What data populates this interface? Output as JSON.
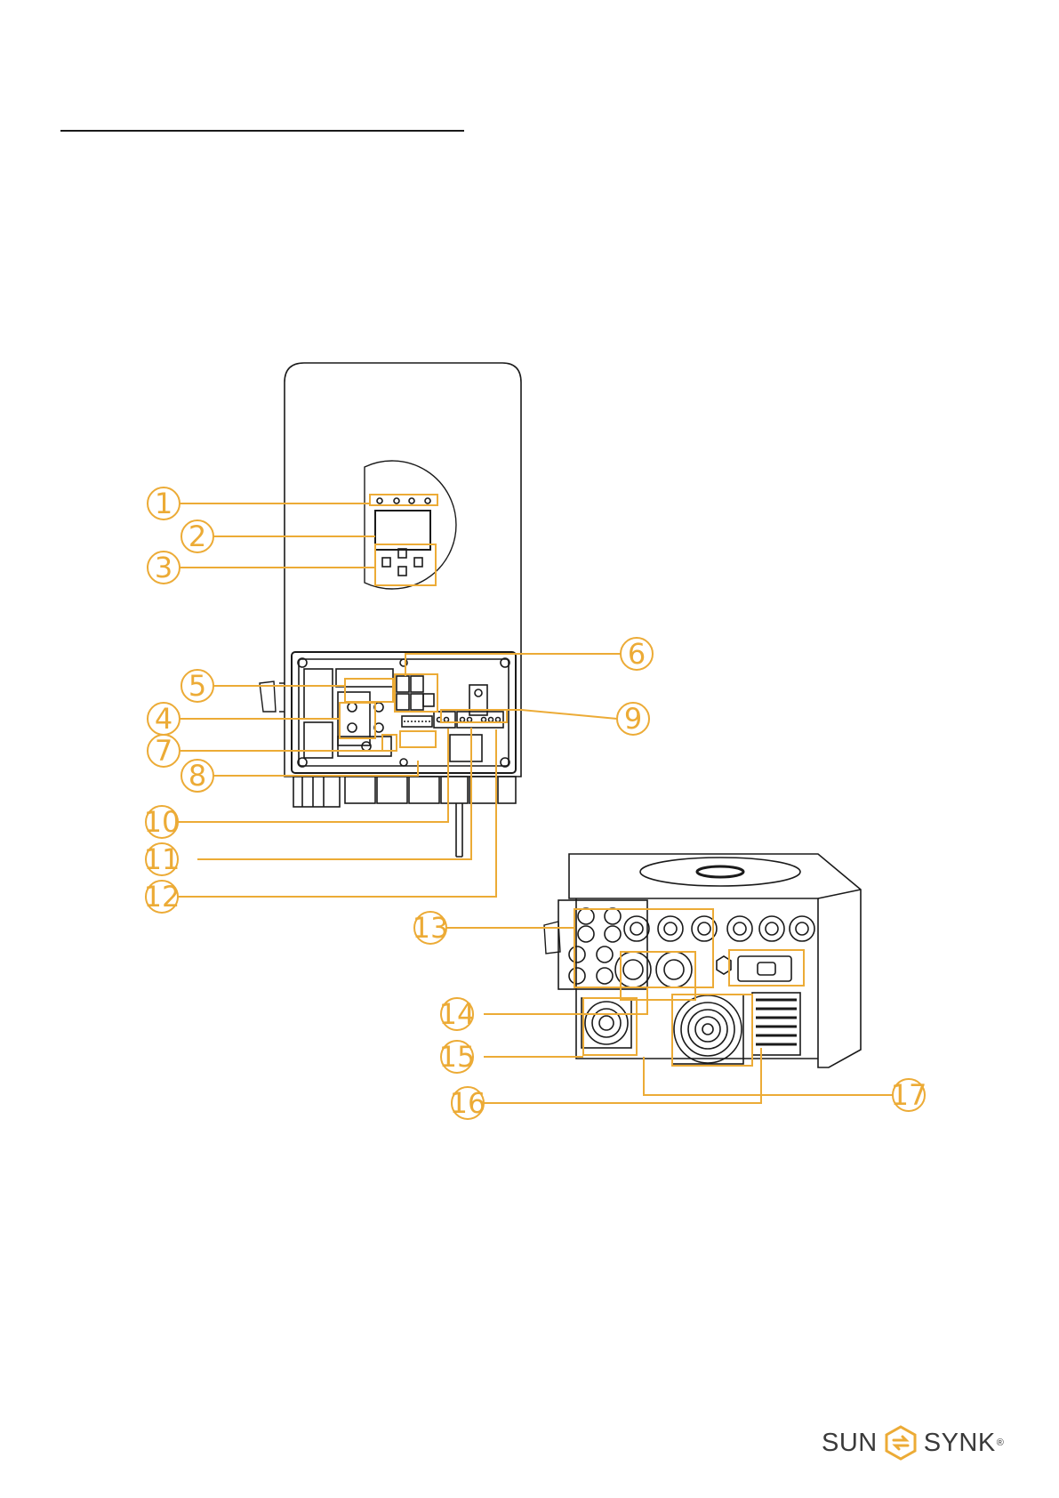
{
  "accent_color": "#ecab36",
  "line_color": "#1a1a1a",
  "callouts": [
    {
      "num": "1"
    },
    {
      "num": "2"
    },
    {
      "num": "3"
    },
    {
      "num": "4"
    },
    {
      "num": "5"
    },
    {
      "num": "6"
    },
    {
      "num": "7"
    },
    {
      "num": "8"
    },
    {
      "num": "9"
    },
    {
      "num": "10"
    },
    {
      "num": "11"
    },
    {
      "num": "12"
    },
    {
      "num": "13"
    },
    {
      "num": "14"
    },
    {
      "num": "15"
    },
    {
      "num": "16"
    },
    {
      "num": "17"
    }
  ],
  "logo": {
    "left": "SUN",
    "right": "SYNK",
    "mark": "®",
    "icon": "sunsynk-arrows-icon"
  }
}
